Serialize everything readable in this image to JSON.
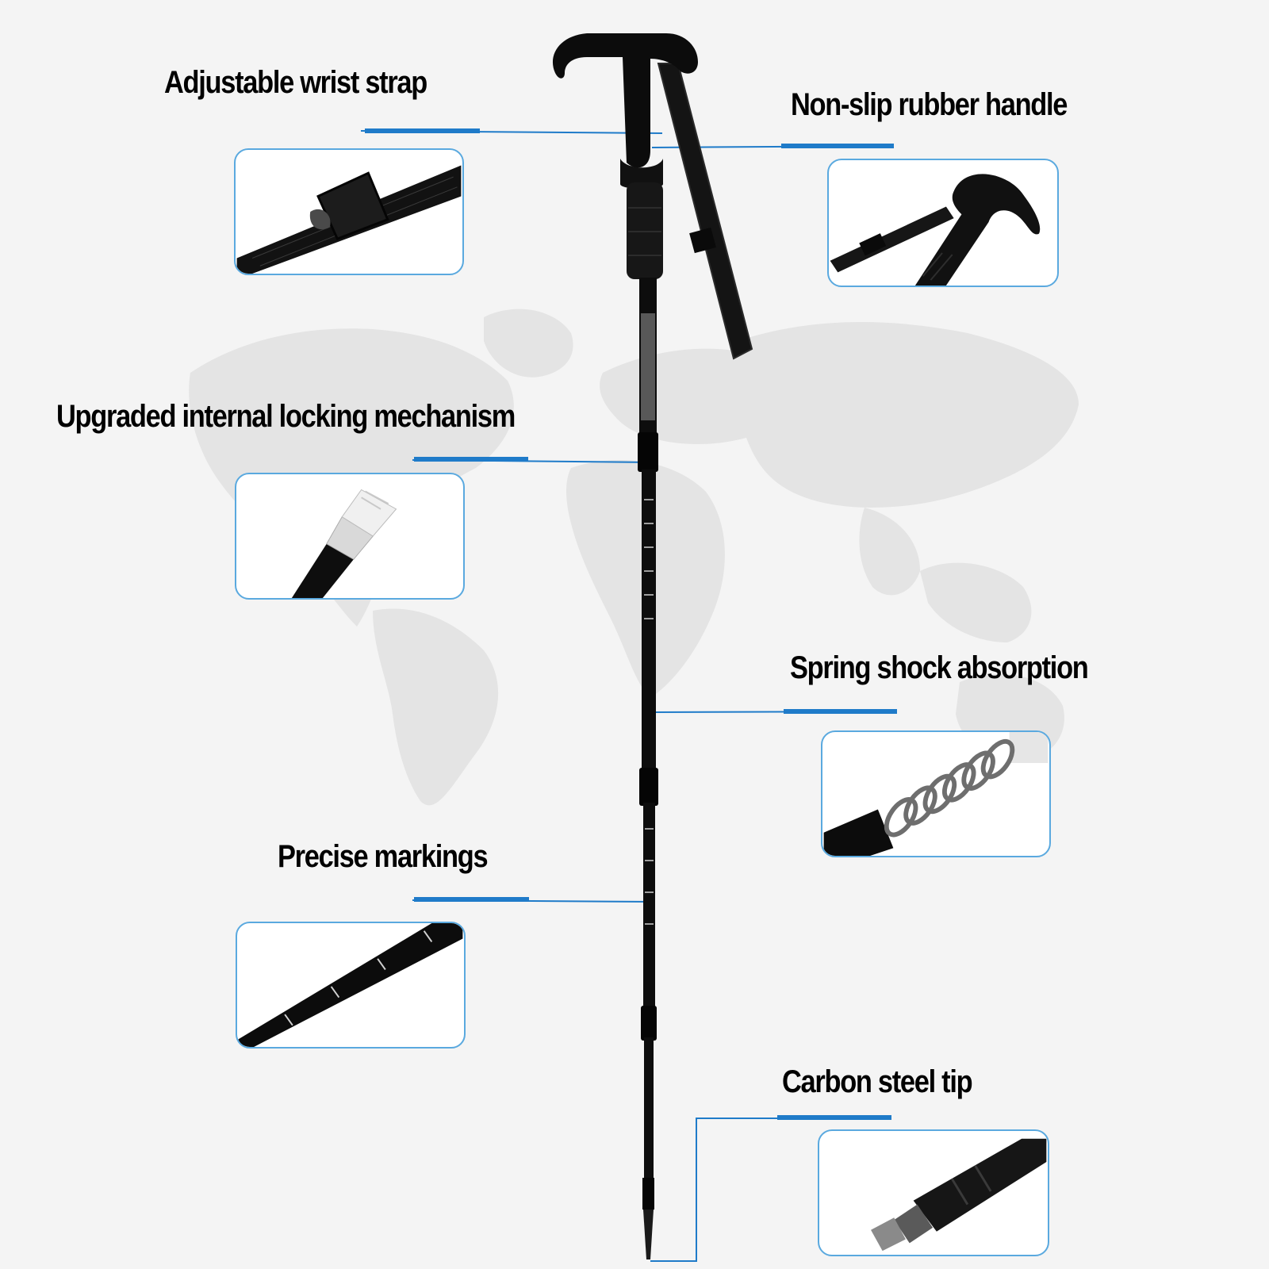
{
  "features": {
    "wrist_strap": "Adjustable wrist strap",
    "handle": "Non-slip rubber handle",
    "locking": "Upgraded internal locking mechanism",
    "spring": "Spring shock absorption",
    "markings": "Precise markings",
    "tip": "Carbon steel tip"
  },
  "colors": {
    "accent": "#1f7bc9",
    "box_border": "#5aa9df",
    "pole": "#0d0d0d",
    "background": "#f4f4f4",
    "map": "#e3e3e3"
  }
}
